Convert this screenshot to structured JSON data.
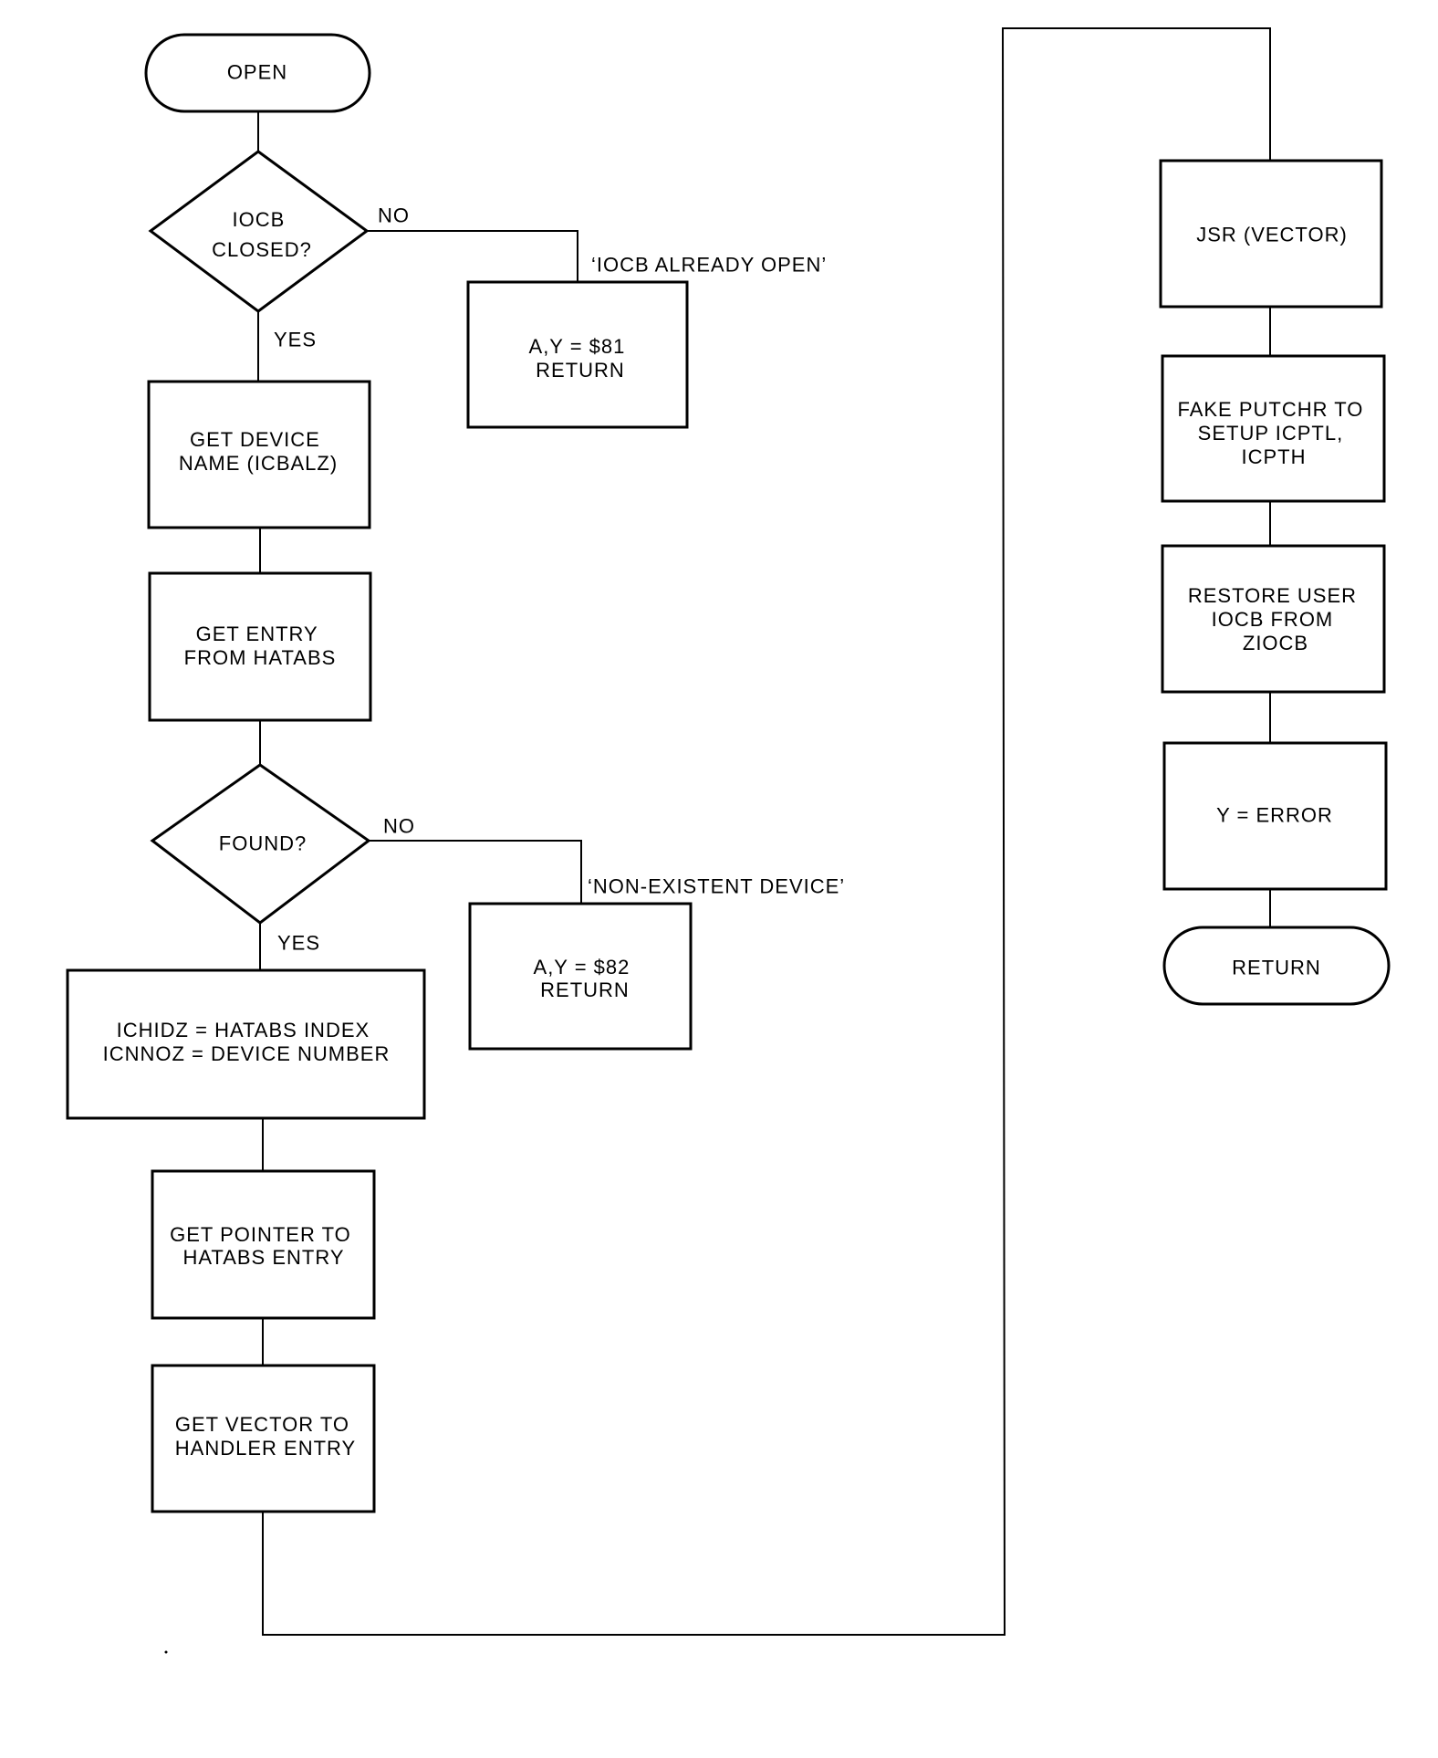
{
  "flowchart": {
    "start": "OPEN",
    "decision_iocb": [
      "IOCB",
      "CLOSED?"
    ],
    "iocb_no_label": "NO",
    "iocb_yes_label": "YES",
    "iocb_open_note": "‘IOCB ALREADY OPEN’",
    "return_81": [
      "A,Y =  $81",
      "RETURN"
    ],
    "get_device_name": [
      "GET DEVICE",
      "NAME (ICBALZ)"
    ],
    "get_entry": [
      "GET ENTRY",
      "FROM HATABS"
    ],
    "decision_found": "FOUND?",
    "found_no_label": "NO",
    "found_yes_label": "YES",
    "nonexistent_note": "‘NON-EXISTENT DEVICE’",
    "return_82": [
      "A,Y =  $82",
      "RETURN"
    ],
    "set_index": [
      "ICHIDZ =  HATABS INDEX",
      "ICNNOZ =  DEVICE NUMBER"
    ],
    "get_pointer": [
      "GET POINTER TO",
      "HATABS ENTRY"
    ],
    "get_vector": [
      "GET VECTOR TO",
      "HANDLER ENTRY"
    ],
    "jsr_vector": "JSR (VECTOR)",
    "fake_putchr": [
      "FAKE PUTCHR TO",
      "SETUP ICPTL,",
      "ICPTH"
    ],
    "restore_iocb": [
      "RESTORE USER",
      "IOCB FROM",
      "ZIOCB"
    ],
    "y_error": "Y =  ERROR",
    "end": "RETURN"
  }
}
